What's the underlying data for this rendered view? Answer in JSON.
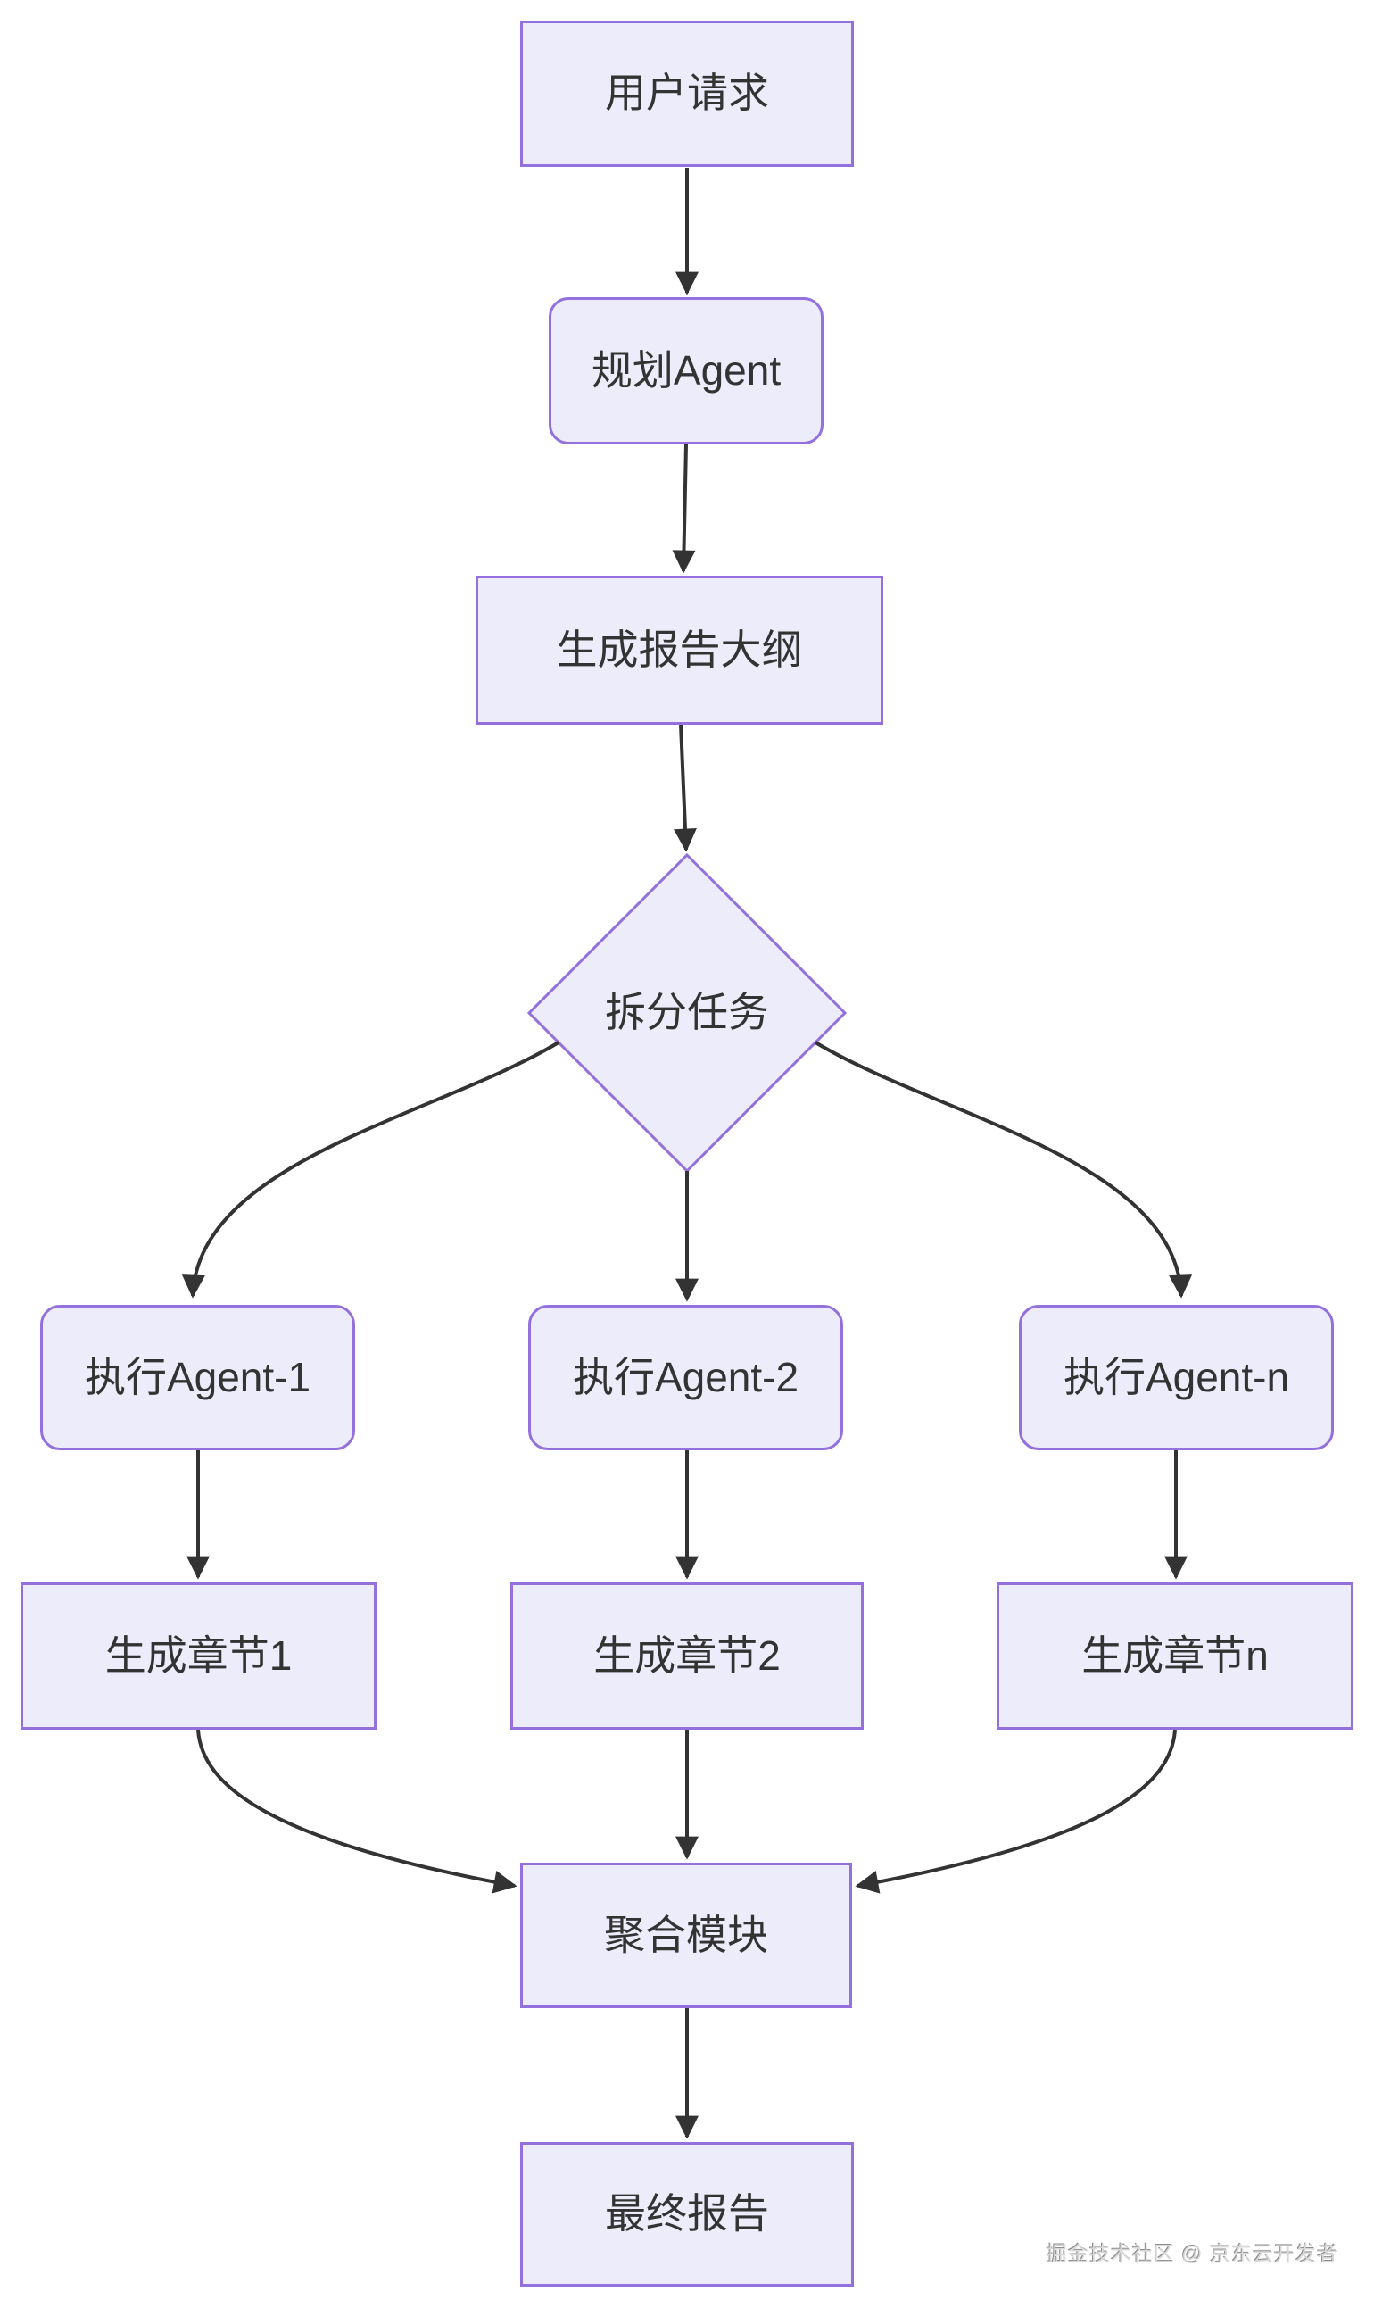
{
  "diagram": {
    "nodes": [
      {
        "id": "user-request",
        "label": "用户请求",
        "shape": "rect"
      },
      {
        "id": "planning-agent",
        "label": "规划Agent",
        "shape": "rounded"
      },
      {
        "id": "generate-outline",
        "label": "生成报告大纲",
        "shape": "rect"
      },
      {
        "id": "split-tasks",
        "label": "拆分任务",
        "shape": "diamond"
      },
      {
        "id": "exec-agent-1",
        "label": "执行Agent-1",
        "shape": "rounded"
      },
      {
        "id": "exec-agent-2",
        "label": "执行Agent-2",
        "shape": "rounded"
      },
      {
        "id": "exec-agent-n",
        "label": "执行Agent-n",
        "shape": "rounded"
      },
      {
        "id": "chapter-1",
        "label": "生成章节1",
        "shape": "rect"
      },
      {
        "id": "chapter-2",
        "label": "生成章节2",
        "shape": "rect"
      },
      {
        "id": "chapter-n",
        "label": "生成章节n",
        "shape": "rect"
      },
      {
        "id": "aggregate-module",
        "label": "聚合模块",
        "shape": "rect"
      },
      {
        "id": "final-report",
        "label": "最终报告",
        "shape": "rect"
      }
    ],
    "edges": [
      {
        "from": "user-request",
        "to": "planning-agent"
      },
      {
        "from": "planning-agent",
        "to": "generate-outline"
      },
      {
        "from": "generate-outline",
        "to": "split-tasks"
      },
      {
        "from": "split-tasks",
        "to": "exec-agent-1"
      },
      {
        "from": "split-tasks",
        "to": "exec-agent-2"
      },
      {
        "from": "split-tasks",
        "to": "exec-agent-n"
      },
      {
        "from": "exec-agent-1",
        "to": "chapter-1"
      },
      {
        "from": "exec-agent-2",
        "to": "chapter-2"
      },
      {
        "from": "exec-agent-n",
        "to": "chapter-n"
      },
      {
        "from": "chapter-1",
        "to": "aggregate-module"
      },
      {
        "from": "chapter-2",
        "to": "aggregate-module"
      },
      {
        "from": "chapter-n",
        "to": "aggregate-module"
      },
      {
        "from": "aggregate-module",
        "to": "final-report"
      }
    ],
    "colors": {
      "node_fill": "#ECECFB",
      "node_border": "#9370DB",
      "edge": "#333333",
      "text": "#333333"
    },
    "watermark": "掘金技术社区 @ 京东云开发者"
  }
}
